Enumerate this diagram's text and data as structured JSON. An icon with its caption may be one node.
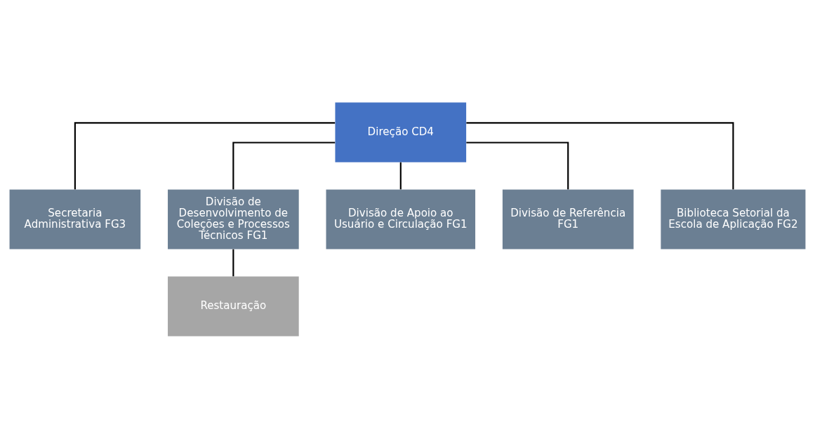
{
  "diagram": {
    "nodes": [
      {
        "text": [
          "Direção CD4"
        ]
      },
      {
        "text": [
          "Secretaria Administrativa FG3"
        ]
      },
      {
        "text": [
          "Divisão de Desenvolvimento de Coleções e Processos Técnicos FG1"
        ]
      },
      {
        "text": [
          "Divisão de Apoio ao Usuário e Circulação FG1"
        ]
      },
      {
        "text": [
          "Divisão de Referência FG1"
        ]
      },
      {
        "text": [
          "Biblioteca Setorial da Escola de Aplicação FG2"
        ]
      },
      {
        "text": [
          "Restauração"
        ]
      }
    ],
    "edges": [
      {
        "from": 0,
        "to": 1,
        "arrow": "none"
      },
      {
        "from": 0,
        "to": 2,
        "arrow": "none"
      },
      {
        "from": 0,
        "to": 3,
        "arrow": "none"
      },
      {
        "from": 0,
        "to": 4,
        "arrow": "none"
      },
      {
        "from": 0,
        "to": 5,
        "arrow": "none"
      },
      {
        "from": 2,
        "to": 6,
        "arrow": "none"
      }
    ]
  }
}
